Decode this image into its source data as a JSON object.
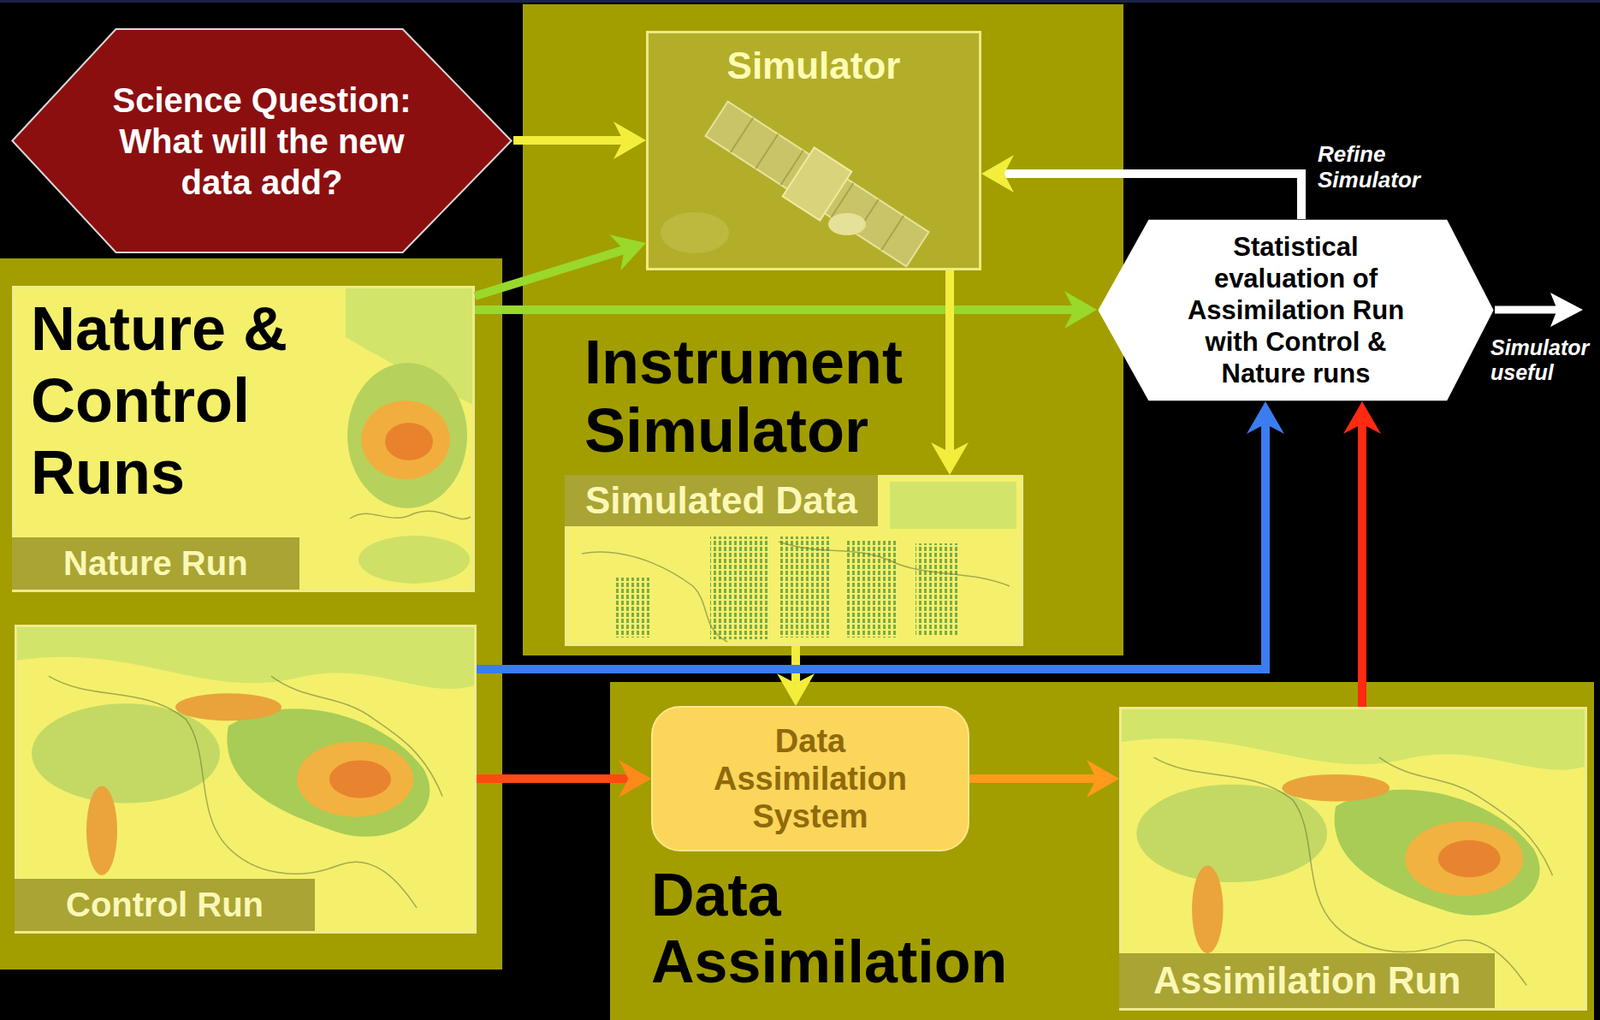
{
  "diagram": {
    "nodes": [
      {
        "text": [
          "Science Question: What will the new data add?"
        ]
      },
      {
        "text": [
          "Nature & Control Runs"
        ]
      },
      {
        "text": [
          "Nature Run"
        ],
        "in": 1
      },
      {
        "text": [
          "Control Run"
        ],
        "in": 1
      },
      {
        "text": [
          "Instrument Simulator"
        ]
      },
      {
        "text": [
          "Simulator"
        ],
        "in": 4
      },
      {
        "text": [
          "Simulated Data"
        ],
        "in": 4
      },
      {
        "text": [
          "Statistical evaluation of Assimilation Run with Control & Nature runs"
        ]
      },
      {
        "text": [
          "Data Assimilation"
        ]
      },
      {
        "text": [
          "Data Assimilation System"
        ],
        "in": 8
      },
      {
        "text": [
          "Assimilation Run"
        ],
        "in": 8
      }
    ],
    "edges": [
      {
        "from": 0,
        "to": 5,
        "arrow": "to"
      },
      {
        "from": 2,
        "to": 5,
        "arrow": "to"
      },
      {
        "from": 2,
        "to": 7,
        "arrow": "to"
      },
      {
        "from": 5,
        "to": 6,
        "arrow": "to"
      },
      {
        "from": 6,
        "to": 9,
        "arrow": "to"
      },
      {
        "from": 3,
        "to": 9,
        "arrow": "to"
      },
      {
        "from": 9,
        "to": 10,
        "arrow": "to"
      },
      {
        "from": 3,
        "to": 7,
        "arrow": "to"
      },
      {
        "from": 10,
        "to": 7,
        "arrow": "to"
      },
      {
        "from": 7,
        "to": 5,
        "label": "Refine Simulator",
        "arrow": "to"
      }
    ],
    "labels": [
      "Simulator useful"
    ]
  }
}
